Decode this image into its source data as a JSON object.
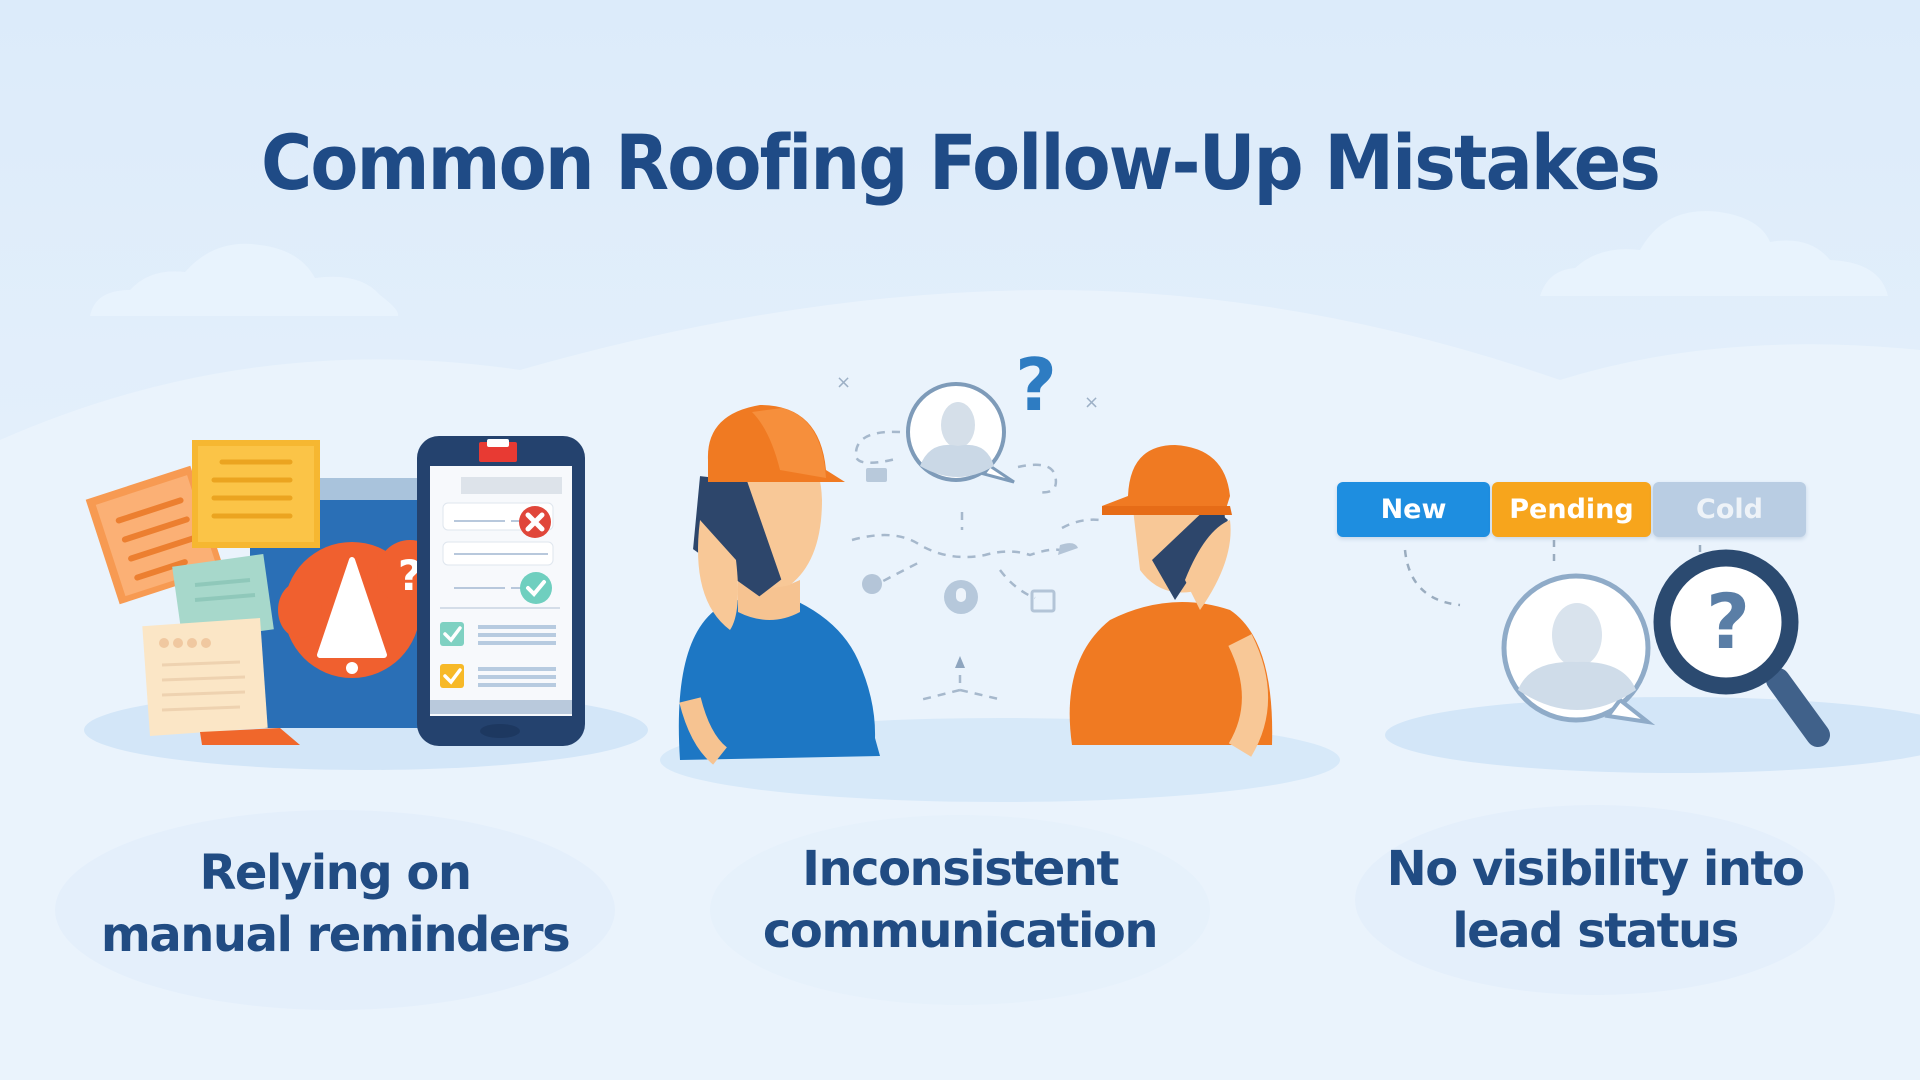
{
  "header": {
    "title": "Common Roofing Follow-Up Mistakes"
  },
  "colors": {
    "title": "#1f4b86",
    "background": "#e3effb",
    "orange": "#f07a22",
    "blue": "#1d77c4",
    "navy": "#24426e",
    "red": "#e0463a",
    "teal": "#6fcfbf",
    "yellow": "#f7b928"
  },
  "panels": [
    {
      "id": "manual-reminders",
      "caption_lines": [
        "Relying on",
        "manual reminders"
      ],
      "icons": [
        "sticky-notes-icon",
        "alert-bell-icon",
        "question-mark-icon",
        "phone-checklist-icon",
        "error-x-icon",
        "check-icon",
        "checkbox-icon"
      ]
    },
    {
      "id": "inconsistent-communication",
      "caption_lines": [
        "Inconsistent",
        "communication"
      ],
      "icons": [
        "worker-blue-icon",
        "worker-orange-icon",
        "contact-bubble-icon",
        "question-mark-icon",
        "lock-icon",
        "bag-icon"
      ]
    },
    {
      "id": "lead-status",
      "caption_lines": [
        "No visibility into",
        "lead status"
      ],
      "status_chips": [
        {
          "label": "New",
          "color": "#1e8ee0"
        },
        {
          "label": "Pending",
          "color": "#f7a51c"
        },
        {
          "label": "Cold",
          "color": "#b9cde3"
        }
      ],
      "icons": [
        "contact-bubble-icon",
        "magnifier-question-icon"
      ],
      "magnifier_glyph": "?"
    }
  ],
  "glyphs": {
    "question": "?",
    "cross": "×"
  }
}
